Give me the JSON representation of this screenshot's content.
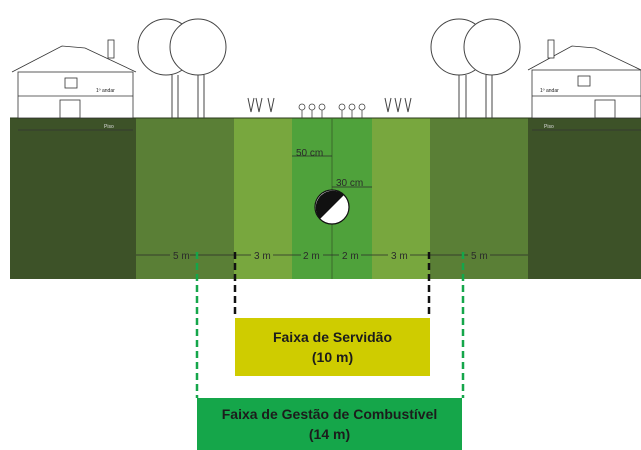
{
  "colors": {
    "outer_band": "#3d5228",
    "band_5m": "#5a7f36",
    "band_3m": "#78a73e",
    "band_2m": "#4fa23b",
    "servidao_box": "#cfcc00",
    "gestao_box": "#15a64a"
  },
  "measurements": {
    "depth_50": "50 cm",
    "diameter_30": "30 cm"
  },
  "dimension_labels": {
    "left_5m": "5 m",
    "left_3m": "3 m",
    "left_2m": "2 m",
    "right_2m": "2 m",
    "right_3m": "3 m",
    "right_5m": "5 m"
  },
  "house_labels": {
    "floor": "1º andar",
    "ground": "Piso"
  },
  "servidao": {
    "line1": "Faixa de Servidão",
    "line2": "(10 m)"
  },
  "gestao": {
    "line1": "Faixa de Gestão de Combustível",
    "line2": "(14 m)"
  }
}
